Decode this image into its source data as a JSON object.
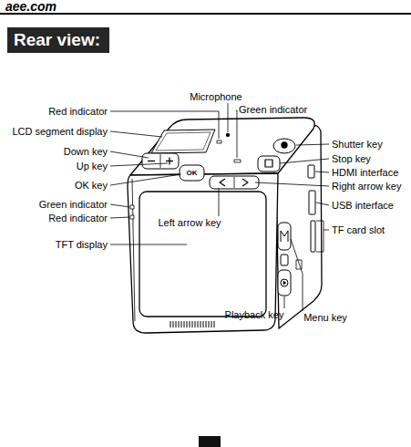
{
  "diagram": {
    "nodes": [
      {
        "text": [
          "Rear view:"
        ]
      }
    ],
    "labels": [
      "aee.com",
      "Microphone",
      "Red indicator",
      "Green indicator",
      "LCD segment display",
      "Shutter key",
      "Down key",
      "Stop key",
      "Up key",
      "HDMI interface",
      "OK",
      "OK key",
      "Right arrow key",
      "Green indicator",
      "USB interface",
      "Red indicator",
      "Left arrow key",
      "TF card slot",
      "TFT display",
      "Playback key",
      "Menu key"
    ]
  }
}
